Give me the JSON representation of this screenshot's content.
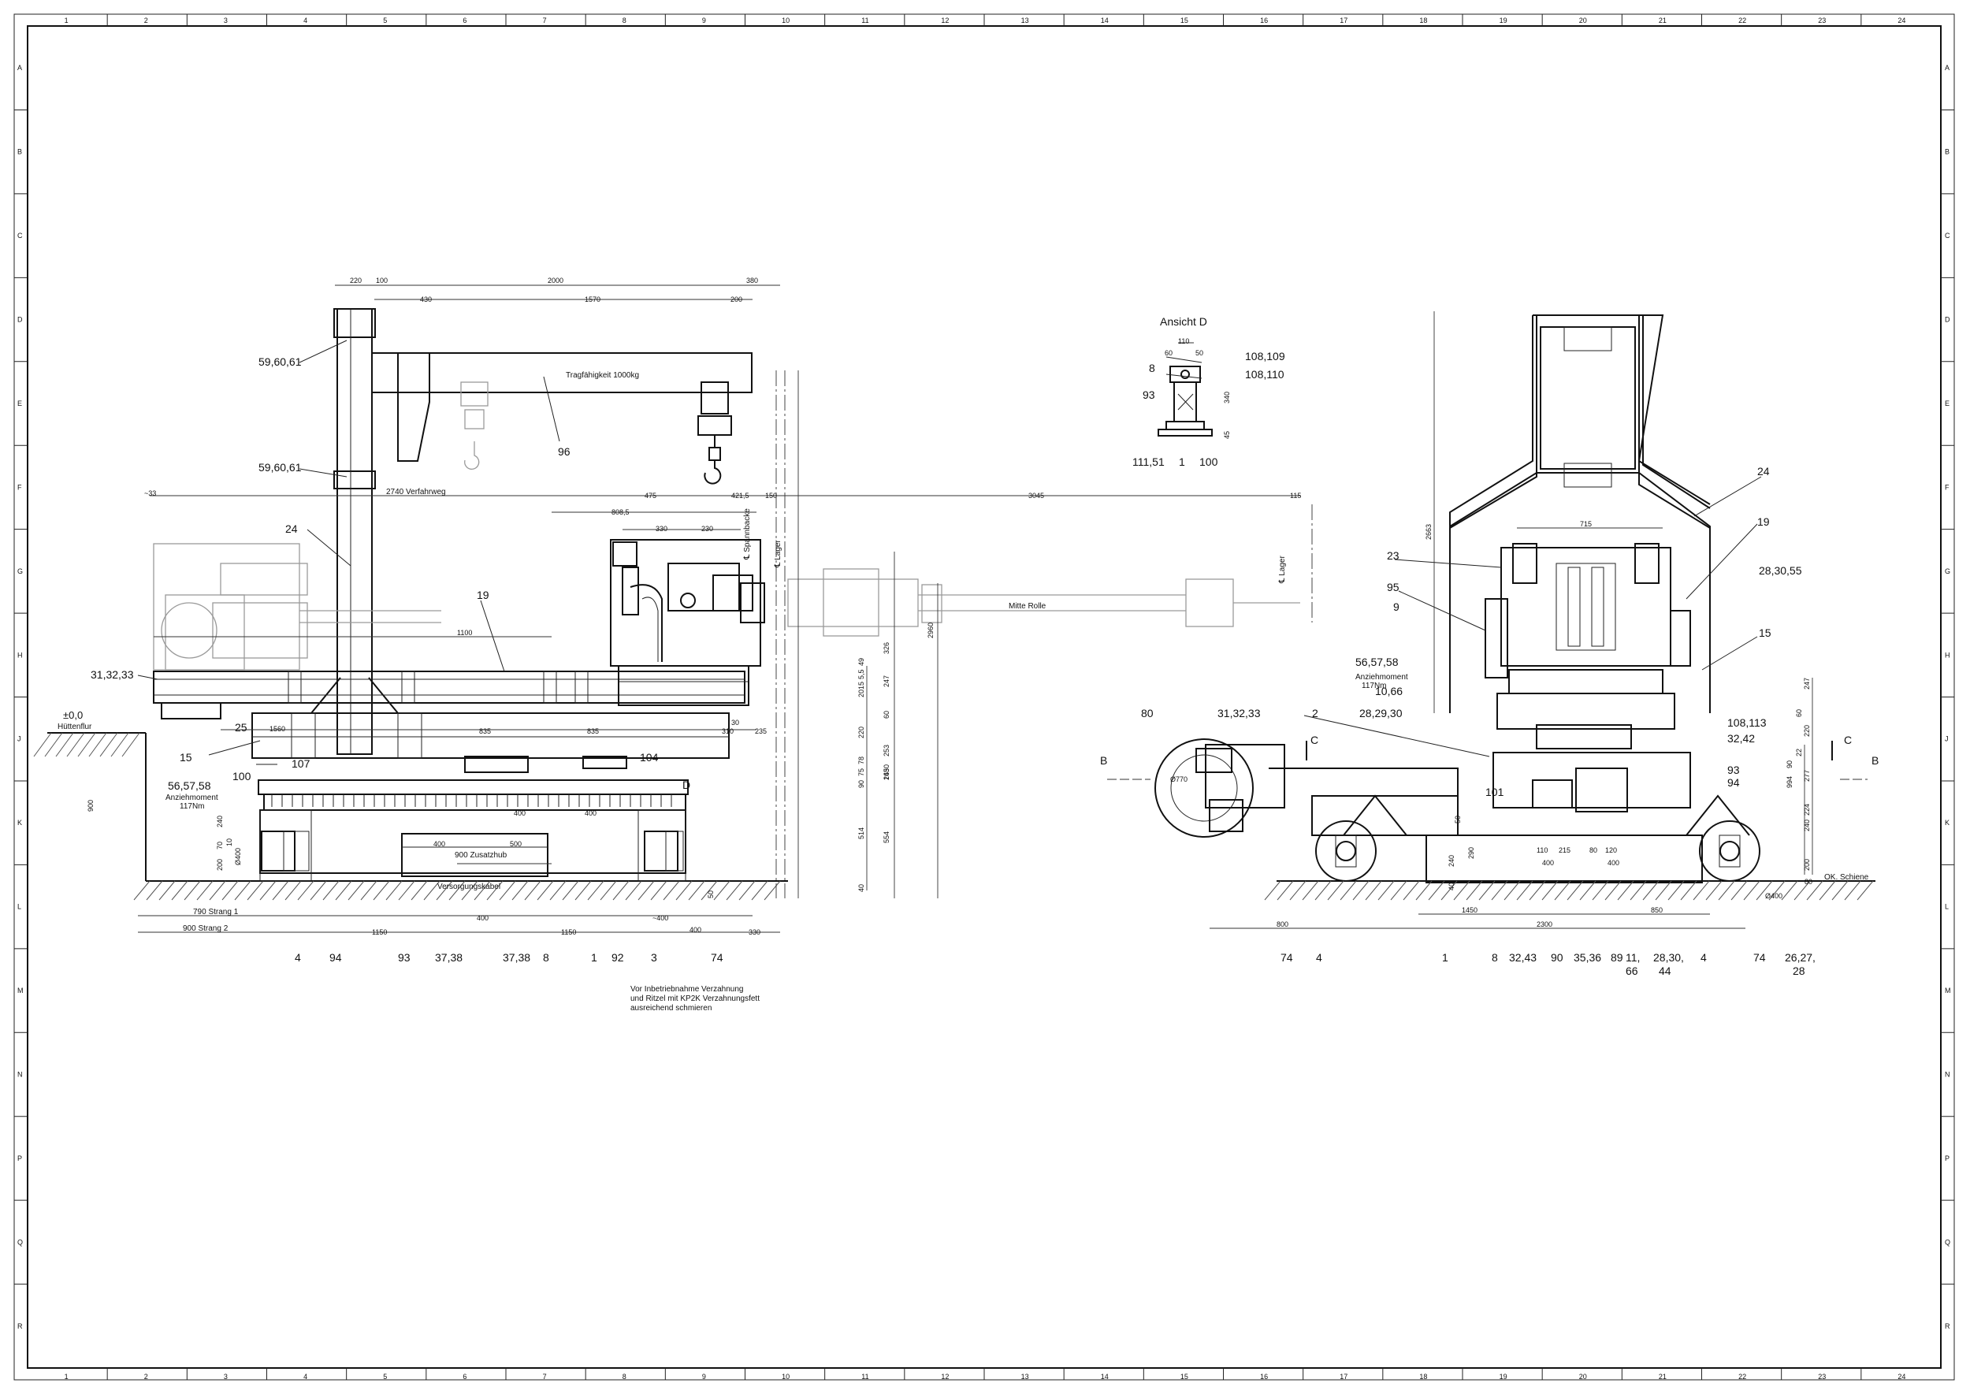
{
  "frame": {
    "columns": [
      "1",
      "2",
      "3",
      "4",
      "5",
      "6",
      "7",
      "8",
      "9",
      "10",
      "11",
      "12",
      "13",
      "14",
      "15",
      "16",
      "17",
      "18",
      "19",
      "20",
      "21",
      "22",
      "23",
      "24"
    ],
    "rows": [
      "A",
      "B",
      "C",
      "D",
      "E",
      "F",
      "G",
      "H",
      "J",
      "K",
      "L",
      "M",
      "N",
      "P",
      "Q",
      "R"
    ]
  },
  "left_view": {
    "positions": [
      {
        "id": "p59_top",
        "text": "59,60,61"
      },
      {
        "id": "p59_bot",
        "text": "59,60,61"
      },
      {
        "id": "p96",
        "text": "96"
      },
      {
        "id": "p24",
        "text": "24"
      },
      {
        "id": "p19",
        "text": "19"
      },
      {
        "id": "p31",
        "text": "31,32,33"
      },
      {
        "id": "p25",
        "text": "25"
      },
      {
        "id": "p15",
        "text": "15"
      },
      {
        "id": "p107",
        "text": "107"
      },
      {
        "id": "p100",
        "text": "100"
      },
      {
        "id": "p56",
        "text": "56,57,58"
      },
      {
        "id": "p104",
        "text": "104"
      },
      {
        "id": "pD",
        "text": "D"
      }
    ],
    "bottom_positions": [
      "4",
      "94",
      "93",
      "37,38",
      "37,38",
      "8",
      "1",
      "92",
      "3",
      "74"
    ],
    "capacity": "Tragfähigkeit 1000kg",
    "travel": "2740 Verfahrweg",
    "spannbacke": "℄ Spannbacke",
    "lager": "℄ Lager",
    "mitte_rolle": "Mitte Rolle",
    "huettenflur": "Hüttenflur",
    "level": "±0,0",
    "torque": "Anziehmoment",
    "torque_value": "117Nm",
    "zusatzhub": "900 Zusatzhub",
    "strang1": "790 Strang 1",
    "strang2": "900 Strang 2",
    "versorgung": "Versorgungskabel",
    "note_lines": [
      "Vor Inbetriebnahme Verzahnung",
      "und Ritzel mit KP2K Verzahnungsfett",
      "ausreichend schmieren"
    ]
  },
  "left_dims": [
    {
      "id": "d220",
      "text": "220"
    },
    {
      "id": "d100",
      "text": "100"
    },
    {
      "id": "d2000",
      "text": "2000"
    },
    {
      "id": "d380",
      "text": "380"
    },
    {
      "id": "d430",
      "text": "430"
    },
    {
      "id": "d1570",
      "text": "1570"
    },
    {
      "id": "d200",
      "text": "200"
    },
    {
      "id": "dm33",
      "text": "~33"
    },
    {
      "id": "d475",
      "text": "475"
    },
    {
      "id": "d421",
      "text": "421,5"
    },
    {
      "id": "d150",
      "text": "150"
    },
    {
      "id": "d3045",
      "text": "3045"
    },
    {
      "id": "d115",
      "text": "115"
    },
    {
      "id": "d808",
      "text": "808,5"
    },
    {
      "id": "d330",
      "text": "330"
    },
    {
      "id": "d230",
      "text": "230"
    },
    {
      "id": "d1100",
      "text": "1100"
    },
    {
      "id": "d1560",
      "text": "1560"
    },
    {
      "id": "d835a",
      "text": "835"
    },
    {
      "id": "d835b",
      "text": "835"
    },
    {
      "id": "d310",
      "text": "310"
    },
    {
      "id": "d235",
      "text": "235"
    },
    {
      "id": "d30",
      "text": "30"
    },
    {
      "id": "d900v",
      "text": "900"
    },
    {
      "id": "d400a",
      "text": "400"
    },
    {
      "id": "d400b",
      "text": "400"
    },
    {
      "id": "d400c",
      "text": "400"
    },
    {
      "id": "d500",
      "text": "500"
    },
    {
      "id": "d400d",
      "text": "400"
    },
    {
      "id": "d1150a",
      "text": "1150"
    },
    {
      "id": "d1150b",
      "text": "1150"
    },
    {
      "id": "d400e",
      "text": "~400"
    },
    {
      "id": "d400f",
      "text": "400"
    },
    {
      "id": "d330b",
      "text": "330"
    },
    {
      "id": "d326",
      "text": "326"
    },
    {
      "id": "d2960",
      "text": "2960"
    },
    {
      "id": "d2015",
      "text": "2015"
    },
    {
      "id": "d247",
      "text": "247"
    },
    {
      "id": "d220v",
      "text": "220"
    },
    {
      "id": "d1650",
      "text": "1650"
    },
    {
      "id": "d514",
      "text": "514"
    },
    {
      "id": "d554",
      "text": "554"
    },
    {
      "id": "d243",
      "text": "243"
    },
    {
      "id": "d49",
      "text": "49"
    },
    {
      "id": "d55",
      "text": "5,5"
    },
    {
      "id": "d60",
      "text": "60"
    },
    {
      "id": "d90",
      "text": "90"
    },
    {
      "id": "d75",
      "text": "75"
    },
    {
      "id": "d78",
      "text": "78"
    },
    {
      "id": "d253",
      "text": "253"
    },
    {
      "id": "d40",
      "text": "40"
    },
    {
      "id": "d240v",
      "text": "240"
    },
    {
      "id": "d200v",
      "text": "200"
    },
    {
      "id": "d400dia",
      "text": "Ø400"
    },
    {
      "id": "d70",
      "text": "70"
    },
    {
      "id": "d10",
      "text": "10"
    },
    {
      "id": "d50",
      "text": "50"
    }
  ],
  "view_d": {
    "title": "Ansicht D",
    "labels": [
      {
        "id": "vd108a",
        "text": "108,109"
      },
      {
        "id": "vd108b",
        "text": "108,110"
      },
      {
        "id": "vd8",
        "text": "8"
      },
      {
        "id": "vd93",
        "text": "93"
      },
      {
        "id": "vd111",
        "text": "111,51"
      },
      {
        "id": "vd1",
        "text": "1"
      },
      {
        "id": "vd100",
        "text": "100"
      }
    ],
    "dims": [
      {
        "id": "vd110",
        "text": "110"
      },
      {
        "id": "vd60",
        "text": "60"
      },
      {
        "id": "vd50",
        "text": "50"
      },
      {
        "id": "vd340",
        "text": "340"
      },
      {
        "id": "vd45",
        "text": "45"
      }
    ]
  },
  "right_view": {
    "positions": [
      {
        "id": "r24",
        "text": "24"
      },
      {
        "id": "r19",
        "text": "19"
      },
      {
        "id": "r23",
        "text": "23"
      },
      {
        "id": "r95",
        "text": "95"
      },
      {
        "id": "r28a",
        "text": "28,30,55"
      },
      {
        "id": "r9",
        "text": "9"
      },
      {
        "id": "r15",
        "text": "15"
      },
      {
        "id": "r56",
        "text": "56,57,58"
      },
      {
        "id": "r10",
        "text": "10,66"
      },
      {
        "id": "r28b",
        "text": "28,29,30"
      },
      {
        "id": "r80",
        "text": "80"
      },
      {
        "id": "r31",
        "text": "31,32,33"
      },
      {
        "id": "r2",
        "text": "2"
      },
      {
        "id": "r108",
        "text": "108,113"
      },
      {
        "id": "r32",
        "text": "32,42"
      },
      {
        "id": "r93",
        "text": "93"
      },
      {
        "id": "r94",
        "text": "94"
      },
      {
        "id": "r101",
        "text": "101"
      }
    ],
    "bottom_positions": [
      "74",
      "4",
      "1",
      "8",
      "32,43",
      "90",
      "35,36",
      "89",
      "11,",
      "66",
      "28,30,",
      "44",
      "4",
      "74",
      "26,27,",
      "28"
    ],
    "torque": "Anziehmoment",
    "torque_value": "117Nm",
    "rail": "OK. Schiene",
    "section_b": "B",
    "section_c": "C"
  },
  "right_dims": [
    {
      "id": "rd2663",
      "text": "2663"
    },
    {
      "id": "rd715",
      "text": "715"
    },
    {
      "id": "rd770",
      "text": "Ø770"
    },
    {
      "id": "rd1450",
      "text": "1450"
    },
    {
      "id": "rd2300",
      "text": "2300"
    },
    {
      "id": "rd800",
      "text": "800"
    },
    {
      "id": "rd850",
      "text": "850"
    },
    {
      "id": "rd400",
      "text": "400"
    },
    {
      "id": "rd400b",
      "text": "400"
    },
    {
      "id": "rd110",
      "text": "110"
    },
    {
      "id": "rd215",
      "text": "215"
    },
    {
      "id": "rd80",
      "text": "80"
    },
    {
      "id": "rd120",
      "text": "120"
    },
    {
      "id": "rd247",
      "text": "247"
    },
    {
      "id": "rd220",
      "text": "220"
    },
    {
      "id": "rd224",
      "text": "224"
    },
    {
      "id": "rd240",
      "text": "240"
    },
    {
      "id": "rd200",
      "text": "200"
    },
    {
      "id": "rd277",
      "text": "277"
    },
    {
      "id": "rd60",
      "text": "60"
    },
    {
      "id": "rd994",
      "text": "994"
    },
    {
      "id": "rd90",
      "text": "90"
    },
    {
      "id": "rd22",
      "text": "22"
    },
    {
      "id": "rd240b",
      "text": "240"
    },
    {
      "id": "rd290",
      "text": "290"
    },
    {
      "id": "rd40",
      "text": "40"
    },
    {
      "id": "rd400dia",
      "text": "Ø400"
    },
    {
      "id": "rd80b",
      "text": "80"
    },
    {
      "id": "rd50",
      "text": "50"
    }
  ]
}
